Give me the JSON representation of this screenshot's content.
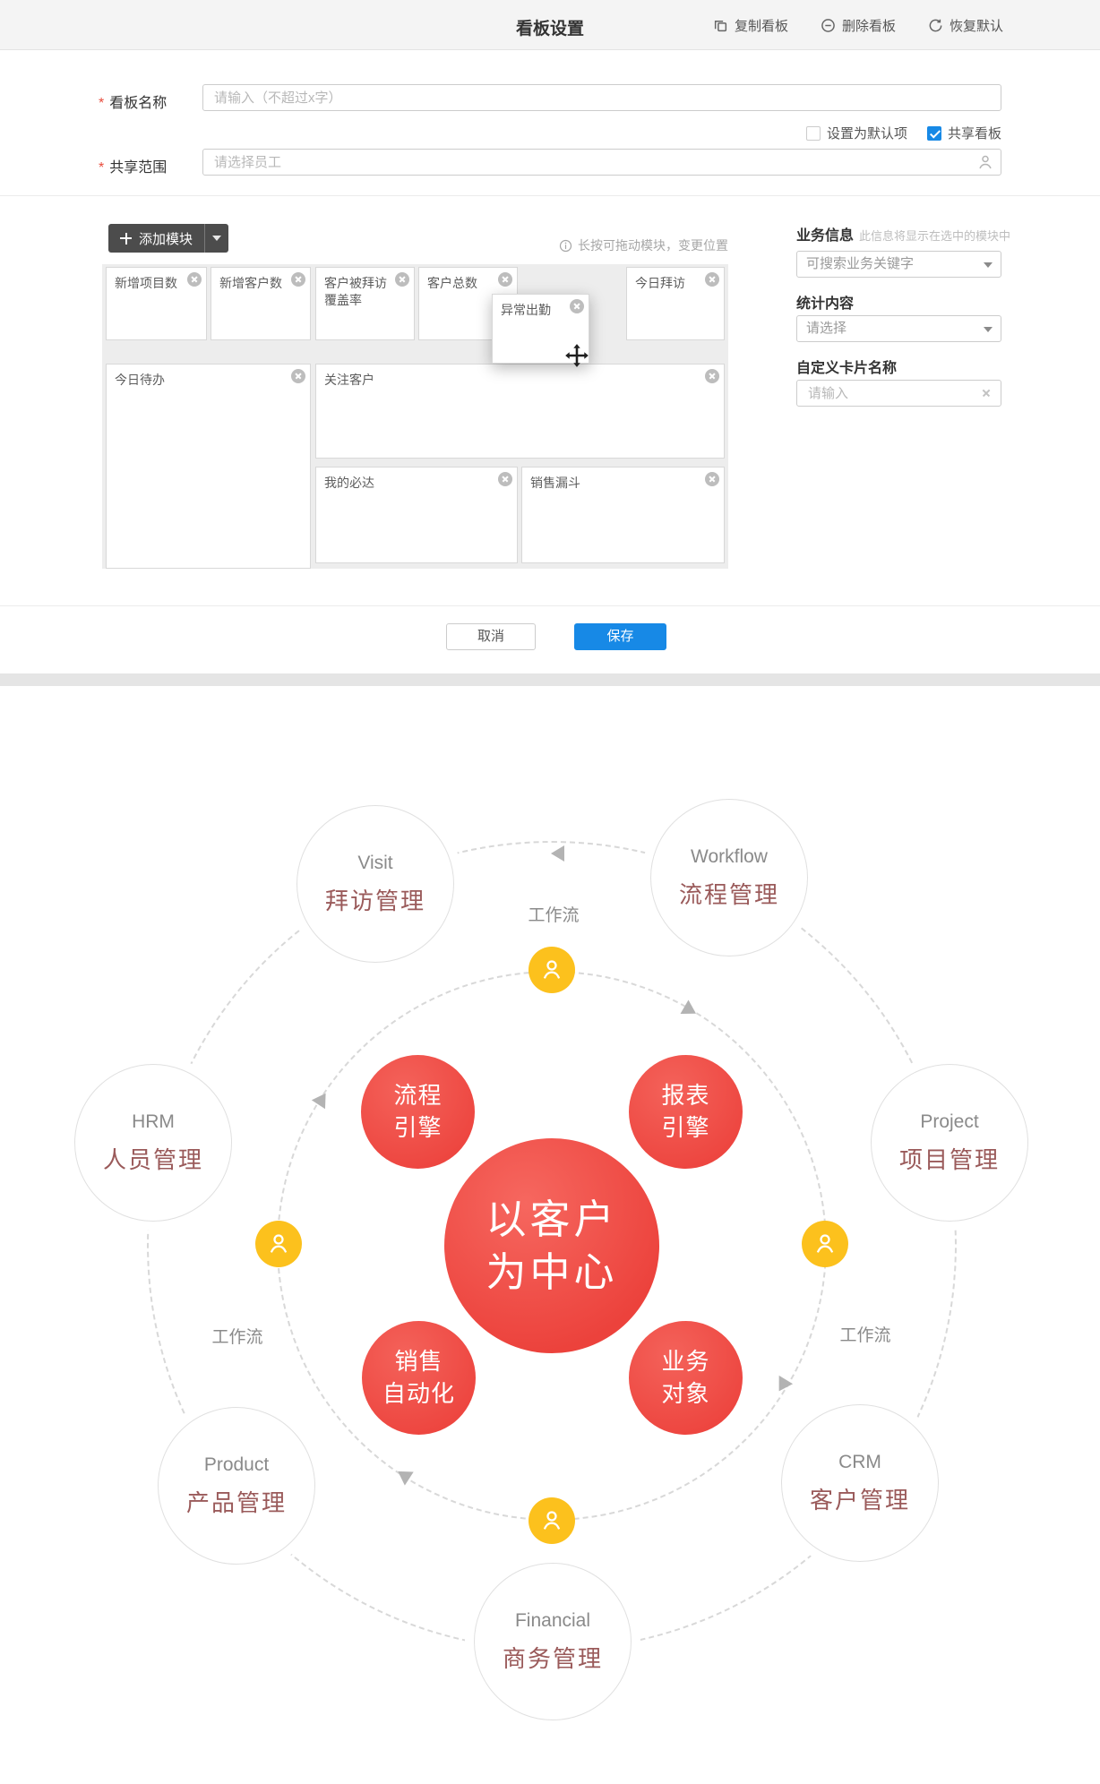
{
  "header": {
    "title": "看板设置",
    "action_copy": "复制看板",
    "action_delete": "删除看板",
    "action_restore": "恢复默认"
  },
  "form": {
    "board_name_label": "看板名称",
    "board_name_placeholder": "请输入（不超过x字）",
    "default_checkbox_label": "设置为默认项",
    "share_checkbox_label": "共享看板",
    "share_scope_label": "共享范围",
    "share_scope_placeholder": "请选择员工"
  },
  "modules": {
    "add_button_label": "添加模块",
    "drag_hint": "长按可拖动模块，变更位置",
    "cards": {
      "new_projects": "新增项目数",
      "new_customers": "新增客户数",
      "visit_coverage": "客户被拜访覆盖率",
      "total_customers": "客户总数",
      "today_visits": "今日拜访",
      "abnormal_attendance": "异常出勤",
      "today_todo": "今日待办",
      "followed_customers": "关注客户",
      "my_must": "我的必达",
      "sales_funnel": "销售漏斗"
    }
  },
  "sidebar": {
    "business_info_label": "业务信息",
    "business_info_hint": "此信息将显示在选中的模块中",
    "keyword_placeholder": "可搜索业务关键字",
    "stats_label": "统计内容",
    "stats_placeholder": "请选择",
    "card_name_label": "自定义卡片名称",
    "card_name_placeholder": "请输入"
  },
  "footer": {
    "cancel_label": "取消",
    "save_label": "保存"
  },
  "diagram": {
    "center_line1": "以客户",
    "center_line2": "为中心",
    "engine_process_line1": "流程",
    "engine_process_line2": "引擎",
    "engine_report_line1": "报表",
    "engine_report_line2": "引擎",
    "sales_auto_line1": "销售",
    "sales_auto_line2": "自动化",
    "biz_object_line1": "业务",
    "biz_object_line2": "对象",
    "workflow_label_top": "工作流",
    "workflow_label_left": "工作流",
    "workflow_label_right": "工作流",
    "outer": {
      "visit_en": "Visit",
      "visit_zh": "拜访管理",
      "workflow_en": "Workflow",
      "workflow_zh": "流程管理",
      "hrm_en": "HRM",
      "hrm_zh": "人员管理",
      "project_en": "Project",
      "project_zh": "项目管理",
      "product_en": "Product",
      "product_zh": "产品管理",
      "crm_en": "CRM",
      "crm_zh": "客户管理",
      "financial_en": "Financial",
      "financial_zh": "商务管理"
    },
    "colors": {
      "accent_blue": "#1789e6",
      "red": "#ee4540",
      "yellow": "#fcc11d",
      "maroon_text": "#9a5a5a"
    }
  }
}
